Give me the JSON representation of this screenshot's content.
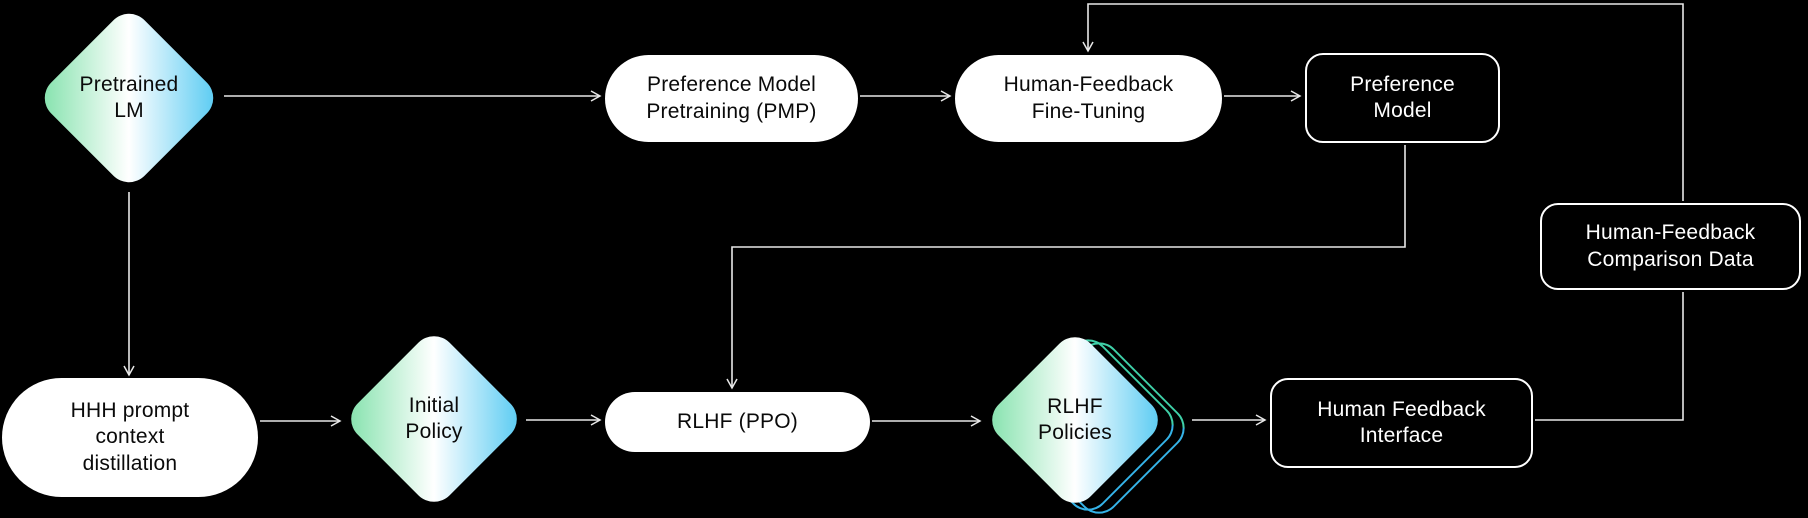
{
  "colors": {
    "background": "#000000",
    "shape_fill": "#ffffff",
    "shape_text_dark": "#0a0a0a",
    "shape_text_light": "#ffffff",
    "edge_line": "#e8e8e8",
    "outline_box_border": "#ffffff",
    "diamond_gradient_left": "#8ce4b2",
    "diamond_gradient_mid": "#ffffff",
    "diamond_gradient_right": "#63cef3",
    "stack_outline_teal": "#3fd0a8",
    "stack_outline_blue": "#35b3e8"
  },
  "nodes": {
    "pretrained_lm": {
      "line1": "Pretrained",
      "line2": "LM"
    },
    "pmp": {
      "line1": "Preference Model",
      "line2": "Pretraining (PMP)"
    },
    "hff": {
      "line1": "Human-Feedback",
      "line2": "Fine-Tuning"
    },
    "preference_model": {
      "line1": "Preference",
      "line2": "Model"
    },
    "comparison_data": {
      "line1": "Human-Feedback",
      "line2": "Comparison Data"
    },
    "hhh": {
      "line1": "HHH prompt",
      "line2": "context",
      "line3": "distillation"
    },
    "initial_policy": {
      "line1": "Initial",
      "line2": "Policy"
    },
    "rlhf_ppo": {
      "line1": "RLHF (PPO)"
    },
    "rlhf_policies": {
      "line1": "RLHF",
      "line2": "Policies"
    },
    "hfi": {
      "line1": "Human Feedback",
      "line2": "Interface"
    }
  },
  "edges": [
    {
      "from": "Pretrained LM",
      "to": "Preference Model Pretraining (PMP)"
    },
    {
      "from": "Pretrained LM",
      "to": "HHH prompt context distillation"
    },
    {
      "from": "Preference Model Pretraining (PMP)",
      "to": "Human-Feedback Fine-Tuning"
    },
    {
      "from": "Human-Feedback Fine-Tuning",
      "to": "Preference Model"
    },
    {
      "from": "Preference Model",
      "to": "RLHF (PPO)"
    },
    {
      "from": "HHH prompt context distillation",
      "to": "Initial Policy"
    },
    {
      "from": "Initial Policy",
      "to": "RLHF (PPO)"
    },
    {
      "from": "RLHF (PPO)",
      "to": "RLHF Policies"
    },
    {
      "from": "RLHF Policies",
      "to": "Human Feedback Interface"
    },
    {
      "from": "Human Feedback Interface",
      "to": "Human-Feedback Comparison Data"
    },
    {
      "from": "Human-Feedback Comparison Data",
      "to": "Human-Feedback Fine-Tuning"
    }
  ]
}
